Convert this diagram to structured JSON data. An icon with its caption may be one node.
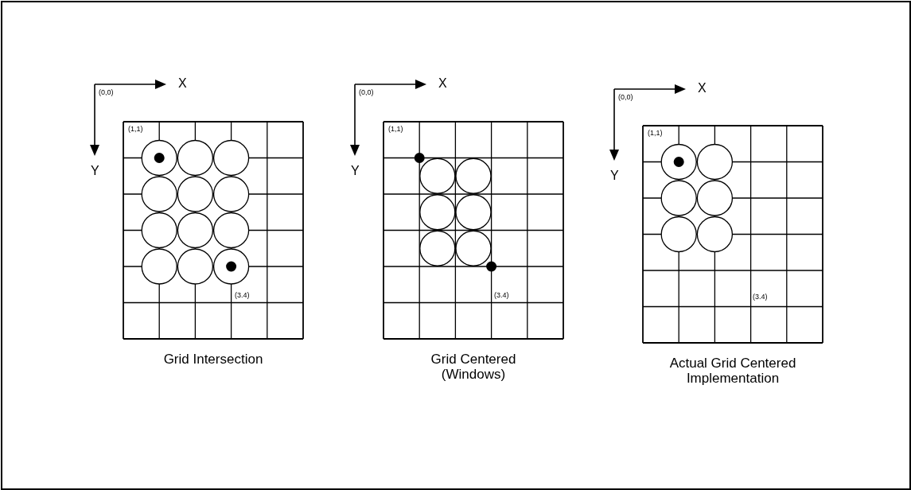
{
  "diagram": {
    "labels": [
      "X",
      "(0,0)",
      "Y",
      "(1,1)",
      "(3.4)",
      "Grid Intersection",
      "X",
      "(0,0)",
      "Y",
      "(1,1)",
      "(3.4)",
      "Grid Centered (Windows)",
      "X",
      "(0,0)",
      "Y",
      "(1,1)",
      "(3.4)",
      "Actual Grid Centered Implementation"
    ]
  }
}
